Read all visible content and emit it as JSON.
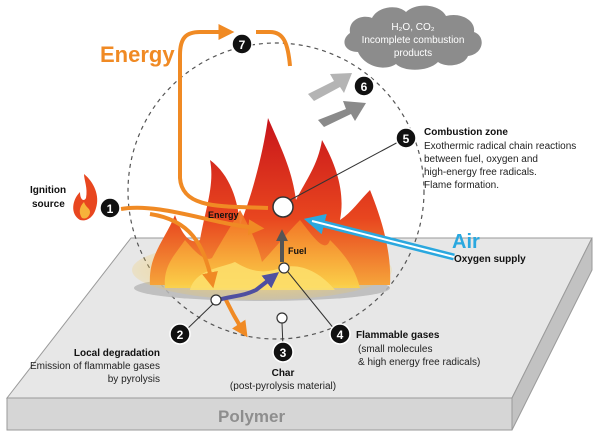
{
  "colors": {
    "energy_orange": "#f08a24",
    "air_blue": "#2aa8df",
    "flame_red": "#d9281e",
    "flame_orange": "#f26b21",
    "flame_yellow": "#f9d23b",
    "marker_black": "#111111",
    "polymer_gray": "#bfbfbf",
    "cloud_gray": "#8c8c8c"
  },
  "labels": {
    "energy_title": "Energy",
    "energy_small": "Energy",
    "fuel": "Fuel",
    "air": "Air",
    "oxygen_supply": "Oxygen supply",
    "ignition_line1": "Ignition",
    "ignition_line2": "source",
    "polymer": "Polymer"
  },
  "cloud": {
    "formula": "H₂O, CO₂",
    "line2": "Incomplete combustion",
    "line3": "products"
  },
  "steps": [
    {
      "number": "1"
    },
    {
      "number": "2",
      "title": "Local degradation",
      "desc_line1": "Emission of flammable gases",
      "desc_line2": "by pyrolysis"
    },
    {
      "number": "3",
      "title": "Char",
      "desc_line1": "(post-pyrolysis material)"
    },
    {
      "number": "4",
      "title": "Flammable gases",
      "desc_line1": "(small molecules",
      "desc_line2": "& high energy free radicals)"
    },
    {
      "number": "5",
      "title": "Combustion zone",
      "desc_line1": "Exothermic radical chain reactions",
      "desc_line2": "between fuel, oxygen and",
      "desc_line3": "high-energy free radicals.",
      "desc_line4": "Flame formation."
    },
    {
      "number": "6"
    },
    {
      "number": "7"
    }
  ]
}
